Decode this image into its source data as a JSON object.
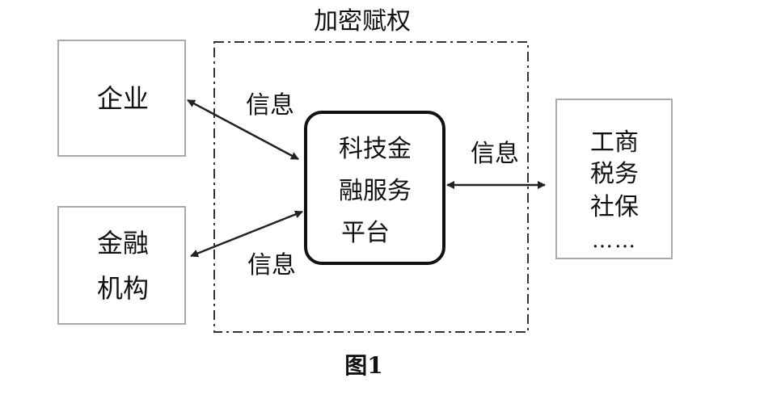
{
  "region": {
    "label": "加密赋权"
  },
  "nodes": {
    "enterprise": {
      "label": "企业"
    },
    "finance_institution": {
      "lines": [
        "金融",
        "机构"
      ]
    },
    "platform": {
      "lines": [
        "科技金",
        "融服务",
        "平台"
      ]
    },
    "government": {
      "lines": [
        "工商",
        "税务",
        "社保",
        "……"
      ]
    }
  },
  "edges": {
    "enterprise_platform": {
      "label": "信息"
    },
    "finance_platform": {
      "label": "信息"
    },
    "platform_government": {
      "label": "信息"
    }
  },
  "figure": {
    "caption": "图1"
  }
}
